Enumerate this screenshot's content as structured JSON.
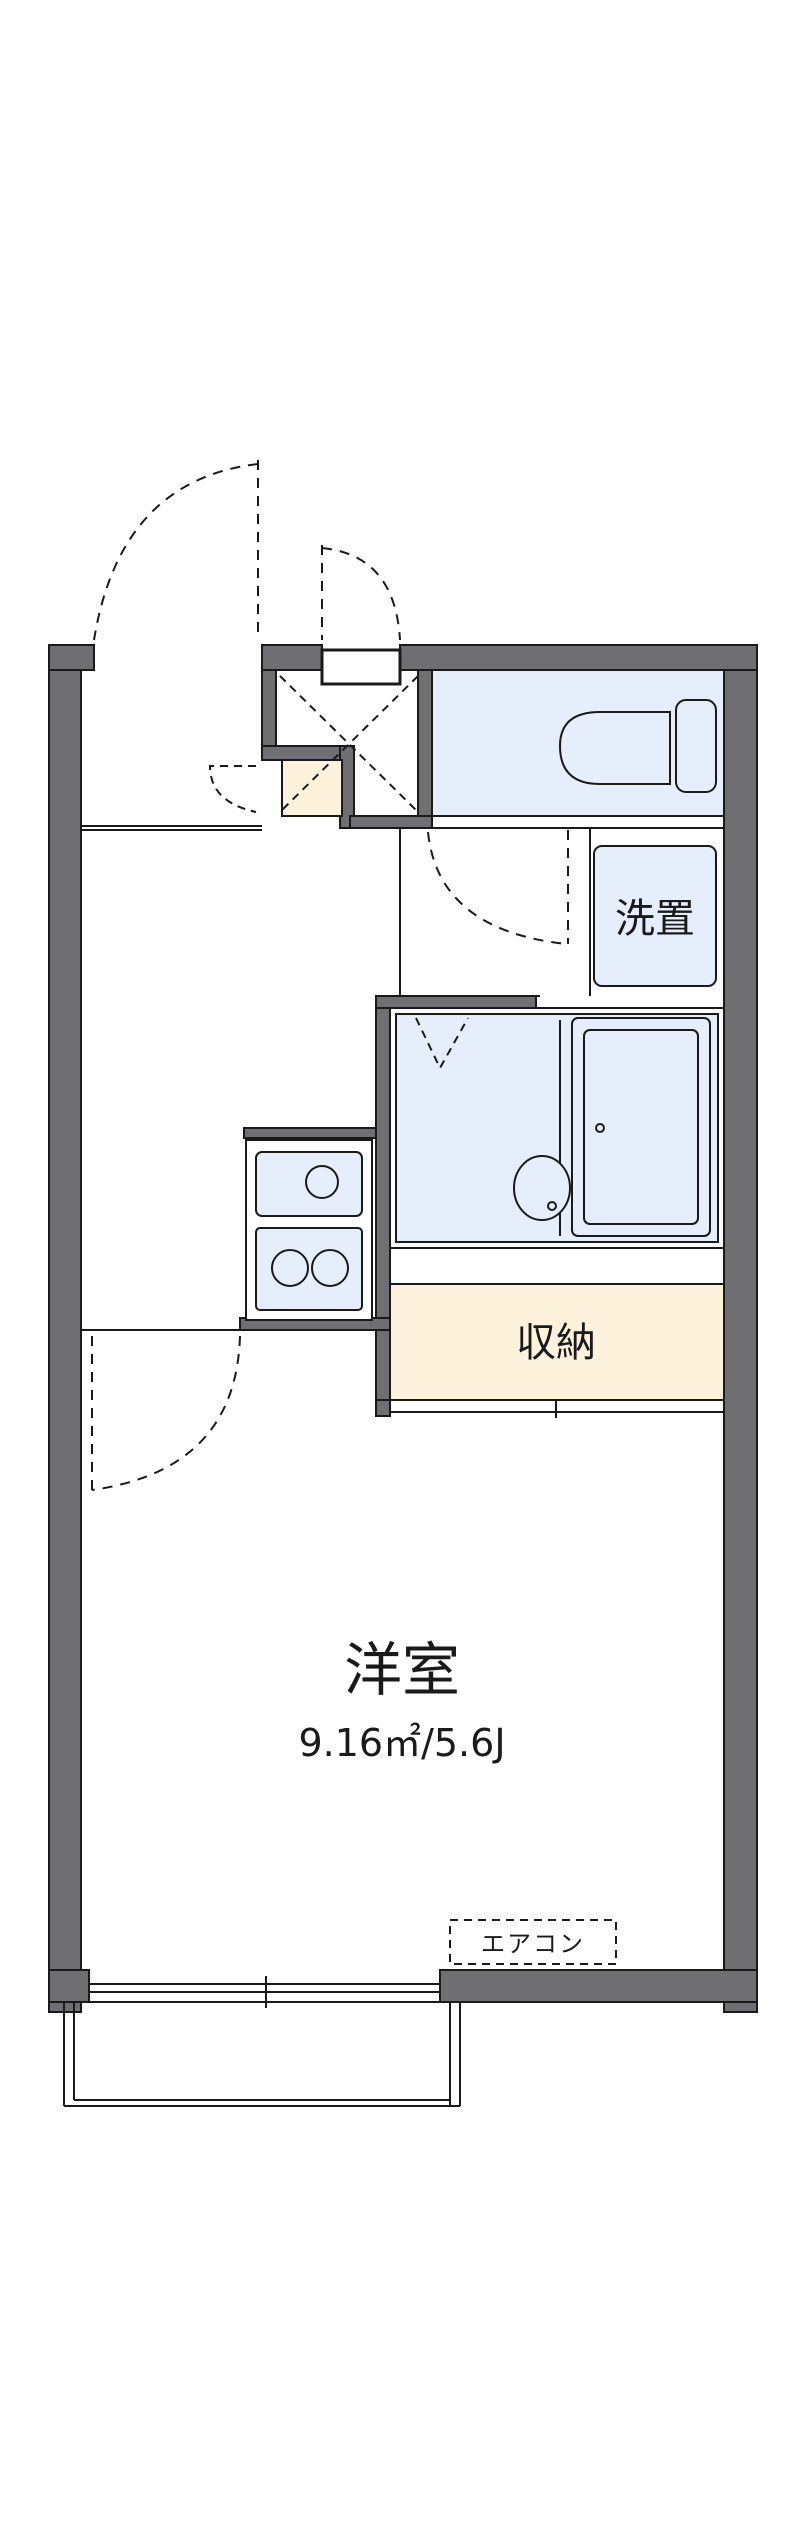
{
  "floor_plan": {
    "rooms": {
      "main_room": {
        "name": "洋室",
        "area": "9.16㎡/5.6J"
      },
      "washer_space": {
        "name": "洗置"
      },
      "storage": {
        "name": "収納"
      }
    },
    "fixtures": {
      "air_conditioner": {
        "name": "エアコン"
      }
    },
    "colors": {
      "wall": "#6f6f73",
      "wet_area_fill": "#e6edfb",
      "storage_fill": "#fdf3dc",
      "line": "#1a1a1a"
    }
  }
}
